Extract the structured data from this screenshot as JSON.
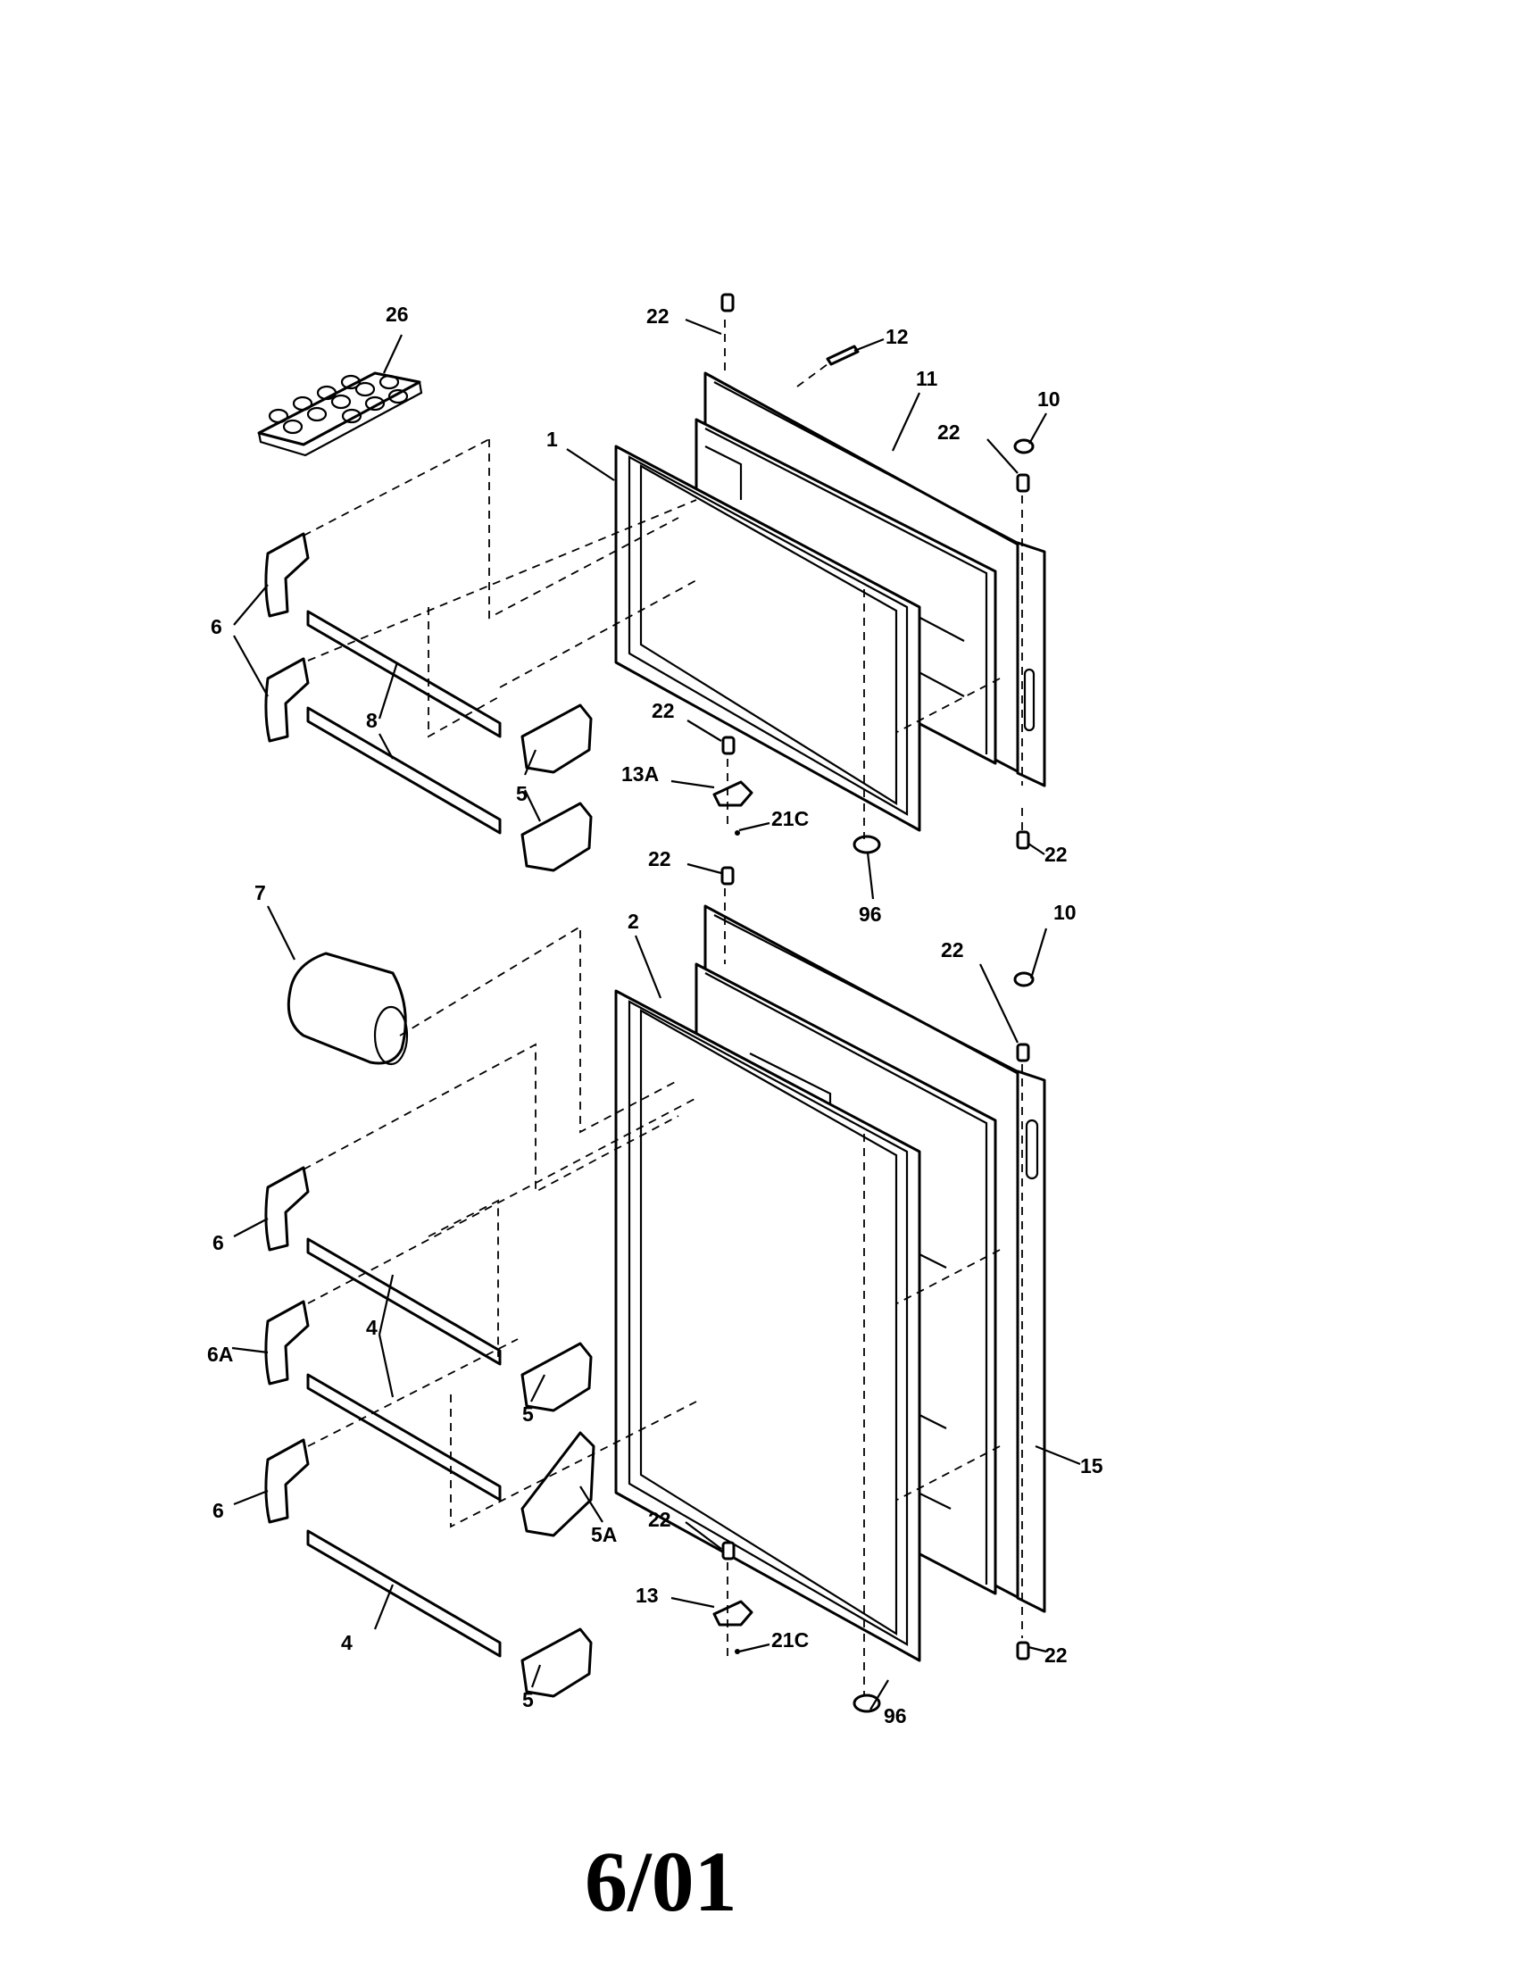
{
  "callouts": {
    "c26": "26",
    "c22_top": "22",
    "c12": "12",
    "c11": "11",
    "c10_top": "10",
    "c22_right_top": "22",
    "c1": "1",
    "c6_a": "6",
    "c8": "8",
    "c22_mid": "22",
    "c13A": "13A",
    "c21C_top": "21C",
    "c5_a": "5",
    "c22_lower_right_top": "22",
    "c22_top2": "22",
    "c96_top": "96",
    "c7": "7",
    "c2": "2",
    "c10_bottom": "10",
    "c22_right_bottom": "22",
    "c6_b": "6",
    "c4_a": "4",
    "c6A": "6A",
    "c5_b": "5",
    "c6_c": "6",
    "c15": "15",
    "c5A": "5A",
    "c22_bottom_mid": "22",
    "c13": "13",
    "c21C_bottom": "21C",
    "c22_bottom_right": "22",
    "c4_b": "4",
    "c5_c": "5",
    "c96_bottom": "96"
  },
  "footer_code": "6/01"
}
